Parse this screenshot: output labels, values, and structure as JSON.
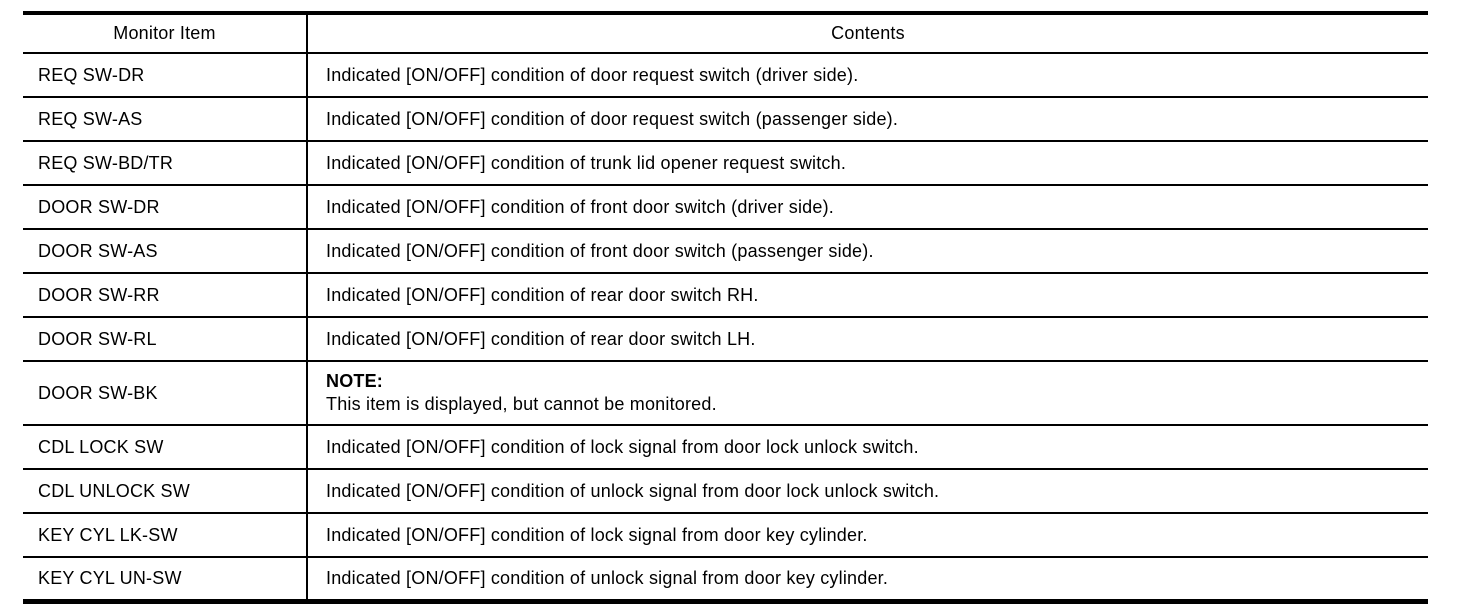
{
  "page": {
    "background_color": "#ffffff",
    "rule_color": "#000000"
  },
  "table": {
    "columns": [
      {
        "label": "Monitor Item"
      },
      {
        "label": "Contents"
      }
    ],
    "rows": [
      {
        "item": "REQ SW-DR",
        "contents": "Indicated [ON/OFF] condition of door request switch (driver side)."
      },
      {
        "item": "REQ SW-AS",
        "contents": "Indicated [ON/OFF] condition of door request switch (passenger side)."
      },
      {
        "item": "REQ SW-BD/TR",
        "contents": "Indicated [ON/OFF] condition of trunk lid opener request switch."
      },
      {
        "item": "DOOR SW-DR",
        "contents": "Indicated [ON/OFF] condition of front door switch (driver side)."
      },
      {
        "item": "DOOR SW-AS",
        "contents": "Indicated [ON/OFF] condition of front door switch (passenger side)."
      },
      {
        "item": "DOOR SW-RR",
        "contents": "Indicated [ON/OFF] condition of rear door switch RH."
      },
      {
        "item": "DOOR SW-RL",
        "contents": "Indicated [ON/OFF] condition of rear door switch LH."
      },
      {
        "item": "DOOR SW-BK",
        "note_label": "NOTE:",
        "note_text": "This item is displayed, but cannot be monitored."
      },
      {
        "item": "CDL LOCK SW",
        "contents": "Indicated [ON/OFF] condition of lock signal from door lock unlock switch."
      },
      {
        "item": "CDL UNLOCK SW",
        "contents": "Indicated [ON/OFF] condition of unlock signal from door lock unlock switch."
      },
      {
        "item": "KEY CYL LK-SW",
        "contents": "Indicated [ON/OFF] condition of lock signal from door key cylinder."
      },
      {
        "item": "KEY CYL UN-SW",
        "contents": "Indicated [ON/OFF] condition of unlock signal from door key cylinder."
      }
    ]
  }
}
